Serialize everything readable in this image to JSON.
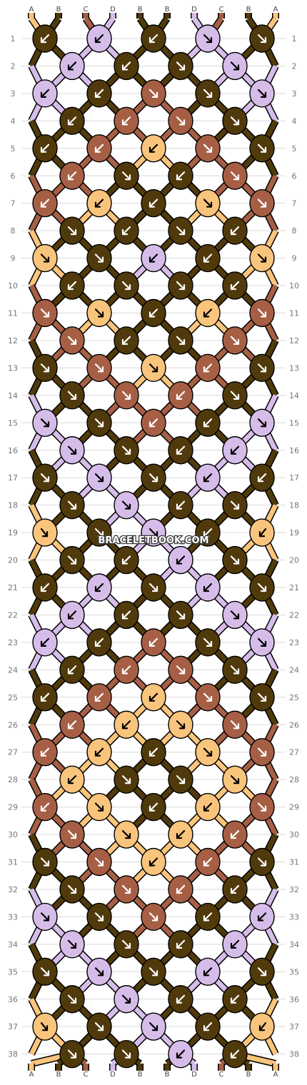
{
  "watermark": "BRACELETBOOK.COM",
  "colors": {
    "A": "#f9c47c",
    "B": "#503a0b",
    "C": "#a65f45",
    "D": "#d6bde9"
  },
  "strings_top": [
    "A",
    "B",
    "C",
    "D",
    "B",
    "B",
    "D",
    "C",
    "B",
    "A"
  ],
  "strings_bottom": [
    "A",
    "B",
    "C",
    "D",
    "B",
    "B",
    "D",
    "C",
    "B",
    "A"
  ],
  "row_numbers": [
    "1",
    "2",
    "3",
    "4",
    "5",
    "6",
    "7",
    "8",
    "9",
    "10",
    "11",
    "12",
    "13",
    "14",
    "15",
    "16",
    "17",
    "18",
    "19",
    "20",
    "21",
    "22",
    "23",
    "24",
    "25",
    "26",
    "27",
    "28",
    "29",
    "30",
    "31",
    "32",
    "33",
    "34",
    "35",
    "36",
    "37",
    "38"
  ],
  "rows": [
    [
      "B",
      "D",
      "B",
      "D",
      "B"
    ],
    [
      "D",
      "B",
      "B",
      "D"
    ],
    [
      "D",
      "B",
      "C",
      "B",
      "D"
    ],
    [
      "B",
      "C",
      "C",
      "B"
    ],
    [
      "B",
      "C",
      "A",
      "C",
      "B"
    ],
    [
      "C",
      "B",
      "B",
      "C"
    ],
    [
      "C",
      "A",
      "B",
      "A",
      "C"
    ],
    [
      "B",
      "B",
      "B",
      "B"
    ],
    [
      "A",
      "B",
      "D",
      "B",
      "A"
    ],
    [
      "B",
      "B",
      "B",
      "B"
    ],
    [
      "C",
      "A",
      "B",
      "A",
      "C"
    ],
    [
      "C",
      "B",
      "B",
      "C"
    ],
    [
      "B",
      "C",
      "A",
      "C",
      "B"
    ],
    [
      "B",
      "C",
      "C",
      "B"
    ],
    [
      "D",
      "B",
      "C",
      "B",
      "D"
    ],
    [
      "D",
      "B",
      "B",
      "D"
    ],
    [
      "B",
      "D",
      "B",
      "D",
      "B"
    ],
    [
      "B",
      "D",
      "B",
      "B"
    ],
    [
      "A",
      "B",
      "D",
      "B",
      "A"
    ],
    [
      "B",
      "B",
      "D",
      "B"
    ],
    [
      "B",
      "D",
      "B",
      "D",
      "B"
    ],
    [
      "D",
      "B",
      "B",
      "D"
    ],
    [
      "D",
      "B",
      "C",
      "B",
      "D"
    ],
    [
      "B",
      "C",
      "C",
      "B"
    ],
    [
      "B",
      "C",
      "A",
      "C",
      "B"
    ],
    [
      "C",
      "A",
      "A",
      "C"
    ],
    [
      "C",
      "A",
      "B",
      "A",
      "C"
    ],
    [
      "A",
      "B",
      "B",
      "A"
    ],
    [
      "C",
      "A",
      "B",
      "A",
      "C"
    ],
    [
      "C",
      "A",
      "A",
      "C"
    ],
    [
      "B",
      "C",
      "A",
      "C",
      "B"
    ],
    [
      "B",
      "C",
      "C",
      "B"
    ],
    [
      "D",
      "B",
      "C",
      "B",
      "D"
    ],
    [
      "D",
      "B",
      "B",
      "D"
    ],
    [
      "B",
      "D",
      "B",
      "D",
      "B"
    ],
    [
      "B",
      "D",
      "B",
      "B"
    ],
    [
      "A",
      "B",
      "D",
      "B",
      "A"
    ],
    [
      "B",
      "B",
      "D",
      "B"
    ]
  ],
  "arrows": [
    [
      "sw",
      "sw",
      "sw",
      "se",
      "se"
    ],
    [
      "sw",
      "sw",
      "se",
      "se"
    ],
    [
      "sw",
      "sw",
      "se",
      "se",
      "se"
    ],
    [
      "sw",
      "sw",
      "se",
      "se"
    ],
    [
      "sw",
      "sw",
      "sw",
      "se",
      "se"
    ],
    [
      "sw",
      "se",
      "sw",
      "se"
    ],
    [
      "sw",
      "sw",
      "sw",
      "se",
      "se"
    ],
    [
      "se",
      "sw",
      "se",
      "sw"
    ],
    [
      "se",
      "se",
      "sw",
      "sw",
      "se"
    ],
    [
      "sw",
      "se",
      "se",
      "sw"
    ],
    [
      "se",
      "se",
      "sw",
      "sw",
      "se"
    ],
    [
      "se",
      "sw",
      "se",
      "se"
    ],
    [
      "se",
      "se",
      "se",
      "sw",
      "se"
    ],
    [
      "se",
      "se",
      "sw",
      "se"
    ],
    [
      "se",
      "se",
      "sw",
      "sw",
      "se"
    ],
    [
      "se",
      "se",
      "sw",
      "sw"
    ],
    [
      "se",
      "se",
      "se",
      "sw",
      "sw"
    ],
    [
      "se",
      "se",
      "sw",
      "se"
    ],
    [
      "ne",
      "se",
      "se",
      "sw",
      "nw"
    ],
    [
      "se",
      "sw",
      "sw",
      "se"
    ],
    [
      "sw",
      "sw",
      "se",
      "sw",
      "se"
    ],
    [
      "sw",
      "sw",
      "se",
      "se"
    ],
    [
      "sw",
      "sw",
      "sw",
      "se",
      "se"
    ],
    [
      "sw",
      "sw",
      "se",
      "se"
    ],
    [
      "sw",
      "sw",
      "sw",
      "se",
      "se"
    ],
    [
      "sw",
      "sw",
      "se",
      "se"
    ],
    [
      "sw",
      "sw",
      "sw",
      "se",
      "se"
    ],
    [
      "sw",
      "se",
      "se",
      "se"
    ],
    [
      "sw",
      "se",
      "sw",
      "sw",
      "se"
    ],
    [
      "se",
      "se",
      "sw",
      "sw"
    ],
    [
      "se",
      "se",
      "sw",
      "sw",
      "se"
    ],
    [
      "se",
      "se",
      "sw",
      "sw"
    ],
    [
      "se",
      "se",
      "se",
      "sw",
      "sw"
    ],
    [
      "se",
      "se",
      "sw",
      "sw"
    ],
    [
      "se",
      "se",
      "se",
      "sw",
      "se"
    ],
    [
      "se",
      "se",
      "sw",
      "sw"
    ],
    [
      "ne",
      "se",
      "se",
      "sw",
      "nw"
    ],
    [
      "se",
      "se",
      "sw",
      "sw"
    ]
  ]
}
